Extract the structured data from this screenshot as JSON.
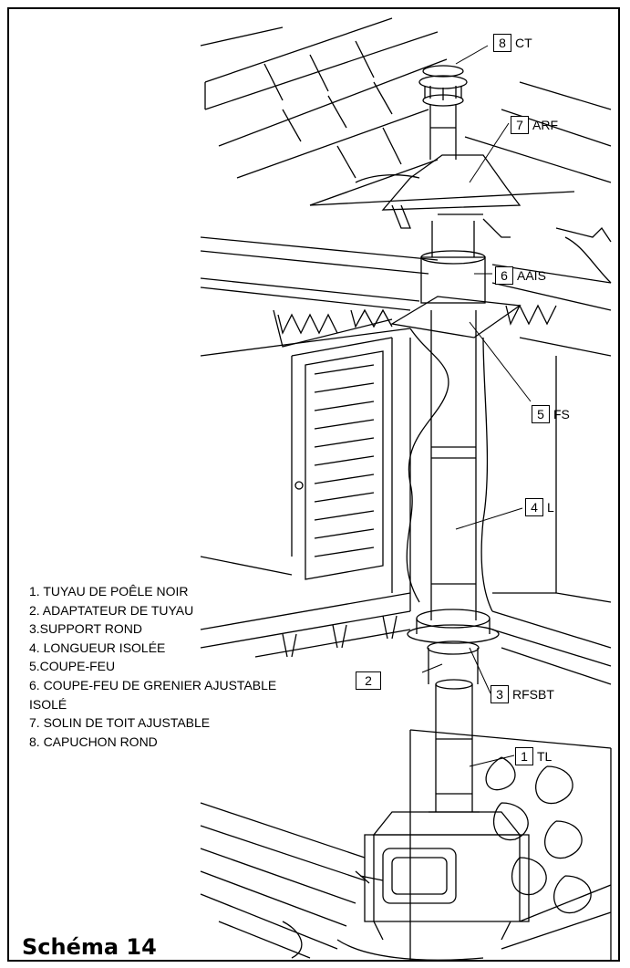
{
  "callouts": [
    {
      "num": "8",
      "code": "CT"
    },
    {
      "num": "7",
      "code": "ARF"
    },
    {
      "num": "6",
      "code": "AAIS"
    },
    {
      "num": "5",
      "code": "FS"
    },
    {
      "num": "4",
      "code": "L"
    },
    {
      "num": "3",
      "code": "RFSBT"
    },
    {
      "num": "2",
      "code": ""
    },
    {
      "num": "1",
      "code": "TL"
    }
  ],
  "legend": [
    "1. TUYAU DE POÊLE NOIR",
    "2. ADAPTATEUR DE TUYAU",
    "3.SUPPORT ROND",
    "4. LONGUEUR ISOLÉE",
    "5.COUPE-FEU",
    "6. COUPE-FEU DE GRENIER AJUSTABLE",
    "ISOLÉ",
    "7. SOLIN DE TOIT AJUSTABLE",
    "8. CAPUCHON ROND"
  ],
  "title": "Schéma 14"
}
